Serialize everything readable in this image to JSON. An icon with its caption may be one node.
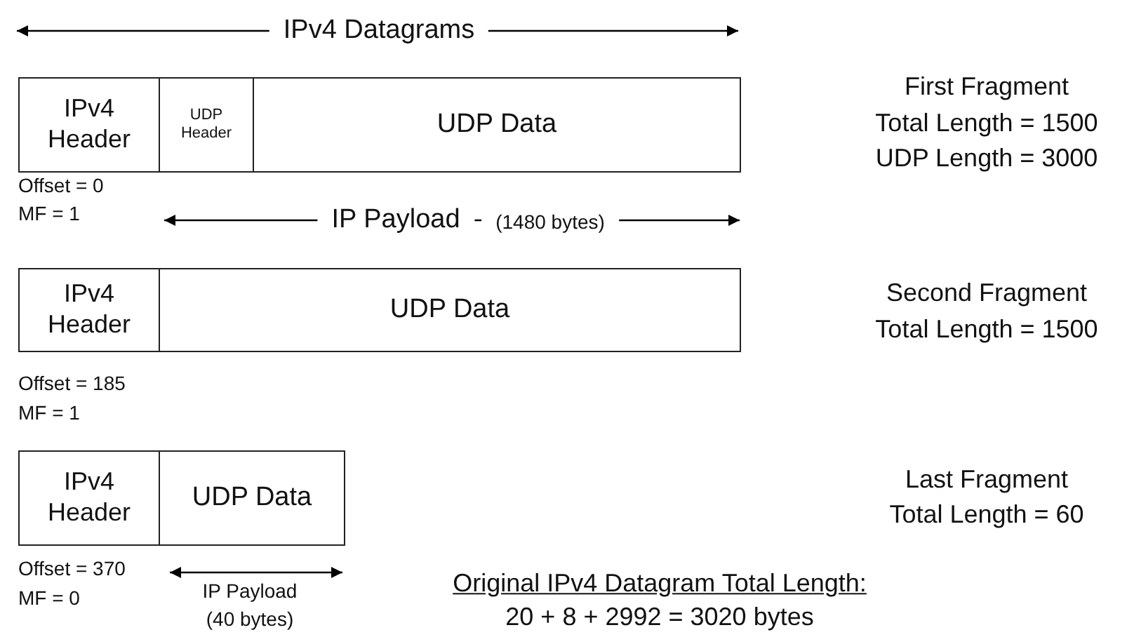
{
  "diagram": {
    "nodes": [
      {
        "text": [
          "IPv4 Header"
        ]
      },
      {
        "text": [
          "UDP Header"
        ]
      },
      {
        "text": [
          "UDP Data"
        ]
      },
      {
        "text": [
          "IPv4 Header"
        ]
      },
      {
        "text": [
          "UDP Data"
        ]
      },
      {
        "text": [
          "IPv4 Header"
        ]
      },
      {
        "text": [
          "UDP Data"
        ]
      }
    ],
    "labels": [
      "IPv4 Datagrams",
      "First Fragment",
      "Total Length = 1500",
      "UDP Length = 3000",
      "Offset = 0",
      "MF = 1",
      "IP Payload",
      "(1480 bytes)",
      "Second Fragment",
      "Total Length = 1500",
      "Offset = 185",
      "MF = 1",
      "Last Fragment",
      "Total Length = 60",
      "Offset = 370",
      "MF = 0",
      "IP Payload",
      "(40 bytes)",
      "Original IPv4 Datagram Total Length:",
      "20 + 8 + 2992 = 3020 bytes"
    ]
  }
}
